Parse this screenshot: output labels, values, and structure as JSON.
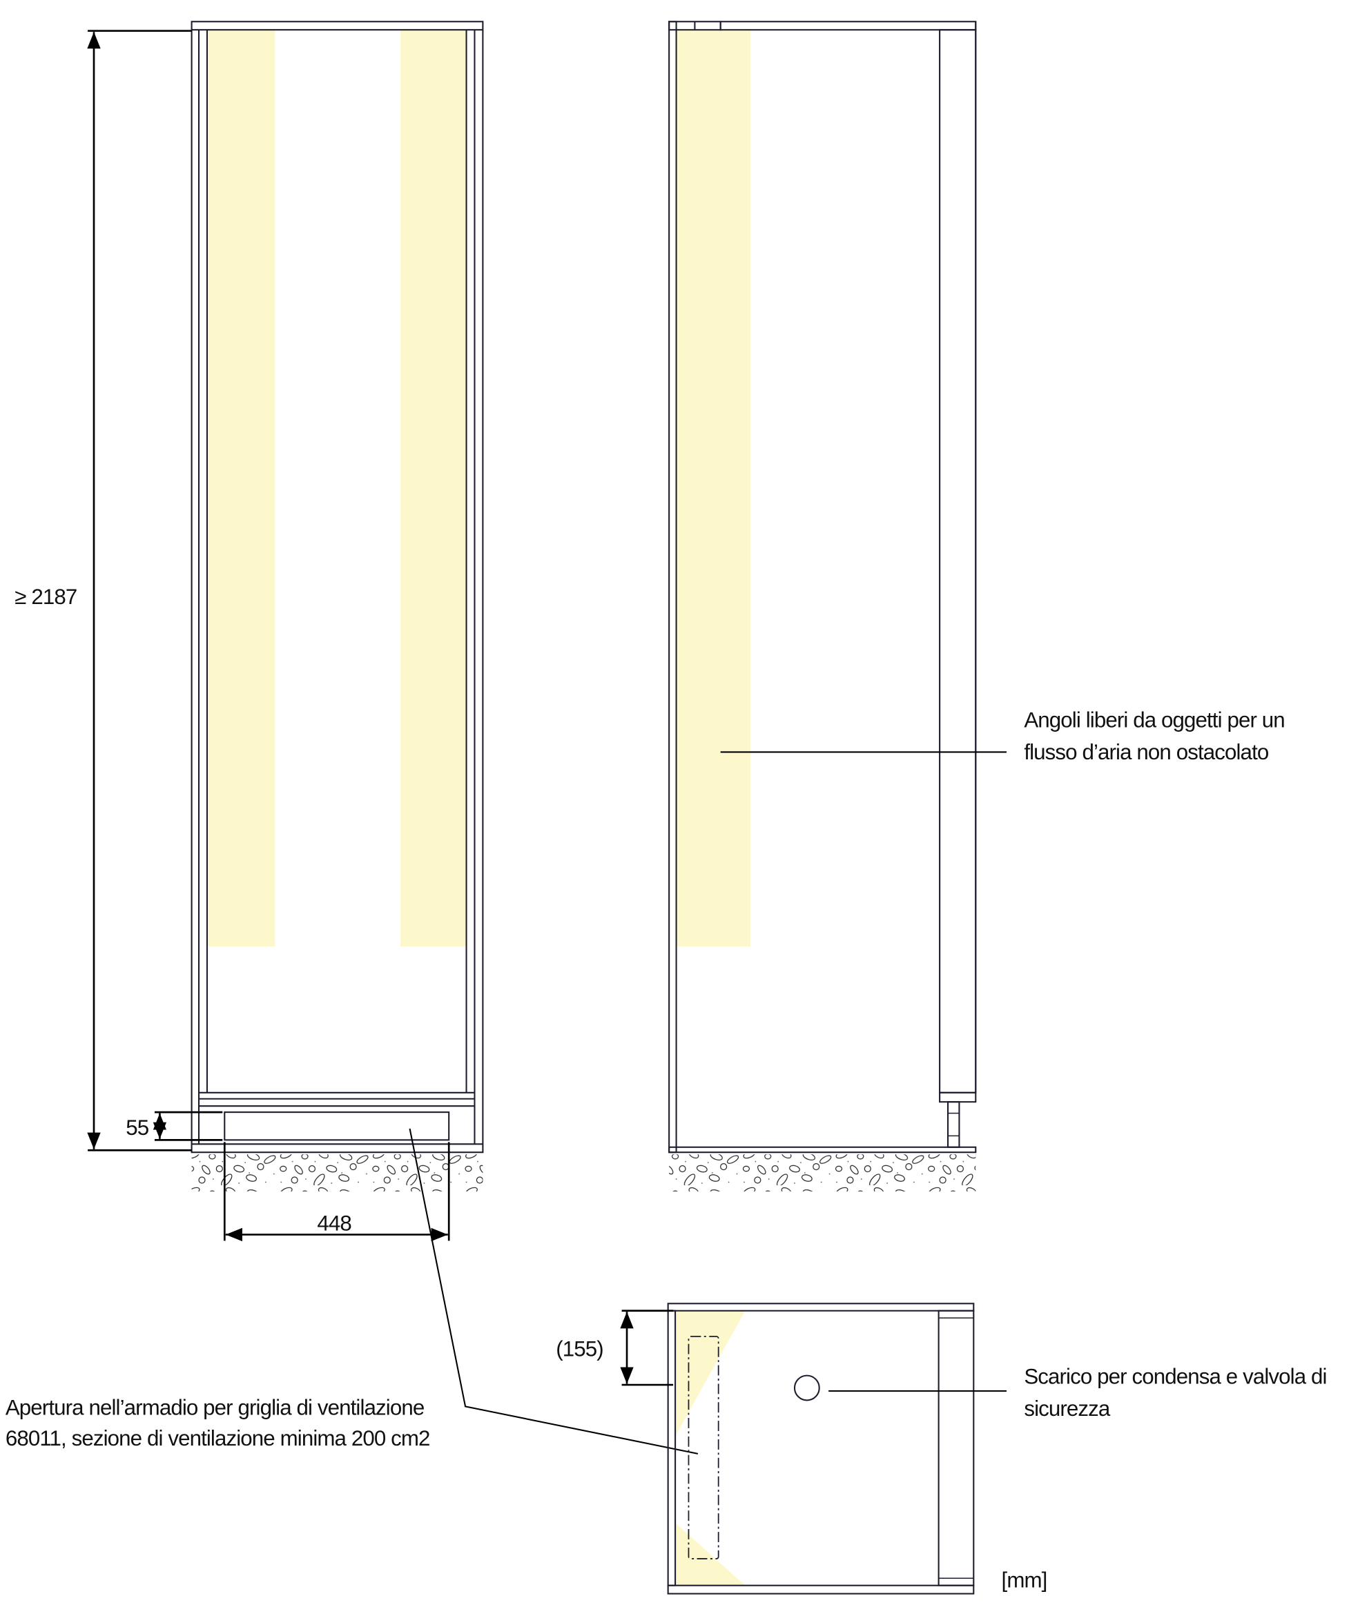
{
  "colors": {
    "airflow_zone": "#fdf8cc",
    "line": "#1d1d2e"
  },
  "dimensions": {
    "height": "≥ 2187",
    "opening_height": "55",
    "opening_width": "448",
    "depth_offset": "(155)"
  },
  "annotations": {
    "corners": [
      "Angoli liberi da oggetti per un",
      "flusso d’aria non ostacolato"
    ],
    "drain": [
      "Scarico per condensa e valvola di",
      "sicurezza"
    ],
    "opening": [
      "Apertura nell’armadio per griglia di ventilazione",
      "68011, sezione di ventilazione minima 200 cm2"
    ]
  },
  "units": "[mm]"
}
